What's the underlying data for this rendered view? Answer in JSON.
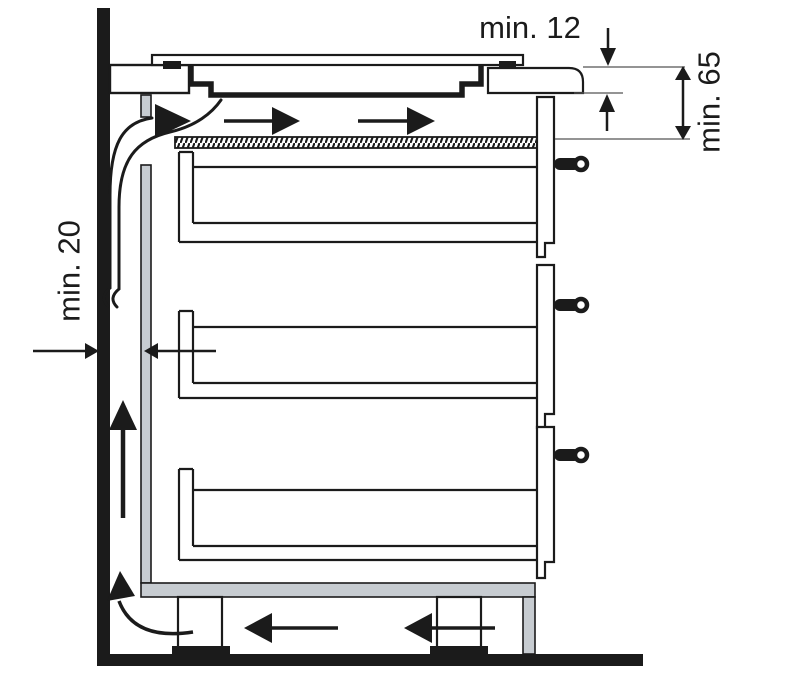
{
  "labels": {
    "min12": "min. 12",
    "min65": "min. 65",
    "min20": "min. 20"
  },
  "colors": {
    "ink": "#1b1b1b",
    "panel": "#c7ccd1",
    "background": "#ffffff"
  }
}
